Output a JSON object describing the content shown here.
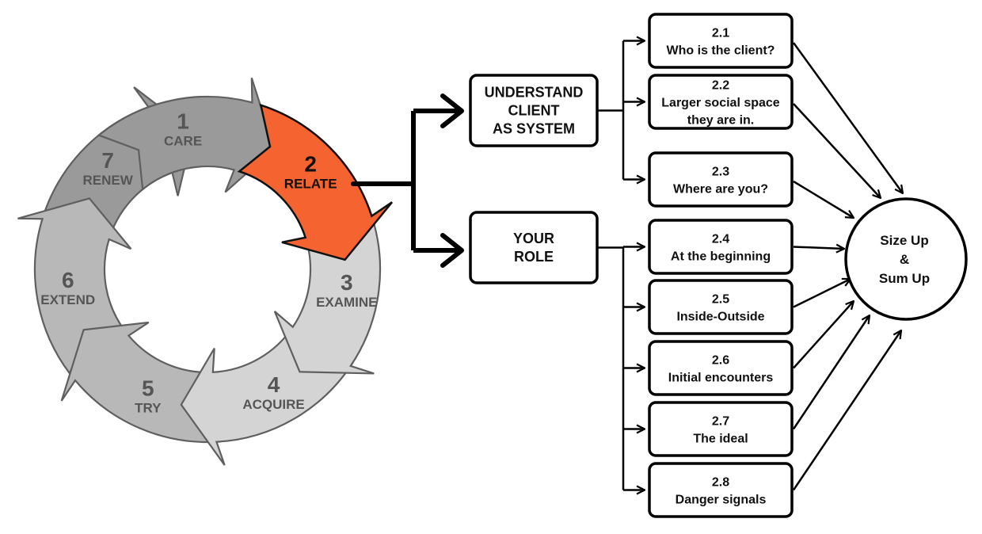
{
  "cycle": {
    "colors": {
      "dark": "#9a9a9a",
      "mid": "#b8b8b8",
      "light": "#d4d4d4",
      "active": "#f56330",
      "outline": "#5f5f5f",
      "text": "#555555",
      "active_text": "#111111"
    },
    "steps": [
      {
        "num": "1",
        "label": "CARE",
        "active": false
      },
      {
        "num": "2",
        "label": "RELATE",
        "active": true
      },
      {
        "num": "3",
        "label": "EXAMINE",
        "active": false
      },
      {
        "num": "4",
        "label": "ACQUIRE",
        "active": false
      },
      {
        "num": "5",
        "label": "TRY",
        "active": false
      },
      {
        "num": "6",
        "label": "EXTEND",
        "active": false
      },
      {
        "num": "7",
        "label": "RENEW",
        "active": false
      }
    ]
  },
  "branches": [
    {
      "lines": [
        "UNDERSTAND",
        "CLIENT",
        "AS SYSTEM"
      ],
      "items": [
        {
          "num": "2.1",
          "lines": [
            "Who is the client?"
          ]
        },
        {
          "num": "2.2",
          "lines": [
            "Larger social space",
            "they are in."
          ]
        },
        {
          "num": "2.3",
          "lines": [
            "Where are you?"
          ]
        }
      ]
    },
    {
      "lines": [
        "YOUR",
        "ROLE"
      ],
      "items": [
        {
          "num": "2.4",
          "lines": [
            "At the beginning"
          ]
        },
        {
          "num": "2.5",
          "lines": [
            "Inside-Outside"
          ]
        },
        {
          "num": "2.6",
          "lines": [
            "Initial encounters"
          ]
        },
        {
          "num": "2.7",
          "lines": [
            "The ideal"
          ]
        },
        {
          "num": "2.8",
          "lines": [
            "Danger signals"
          ]
        }
      ]
    }
  ],
  "summary": {
    "lines": [
      "Size Up",
      "&",
      "Sum Up"
    ]
  }
}
